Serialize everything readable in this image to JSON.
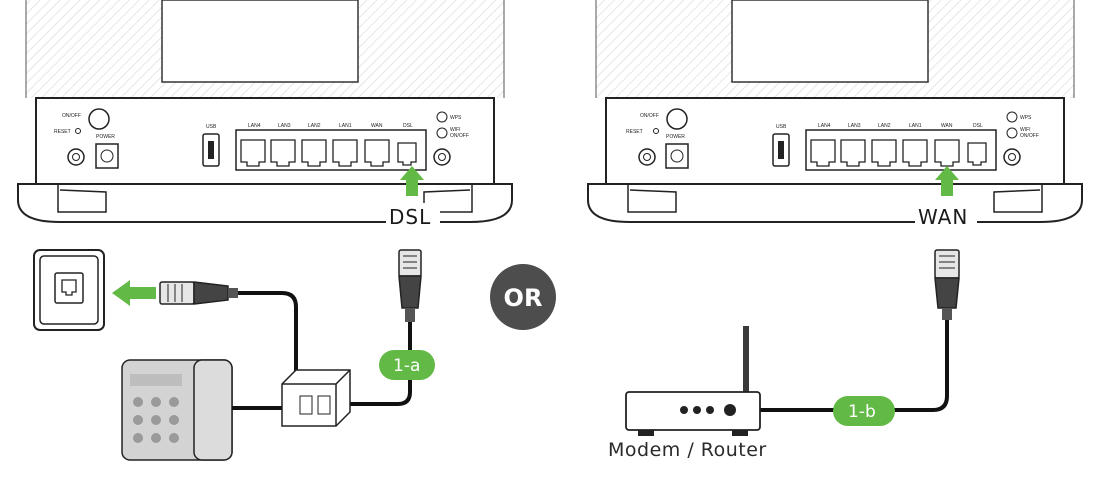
{
  "left_panel": {
    "port_labels": {
      "onoff": "ON/OFF",
      "reset": "RESET",
      "power": "POWER",
      "usb": "USB",
      "lan4": "LAN4",
      "lan3": "LAN3",
      "lan2": "LAN2",
      "lan1": "LAN1",
      "wan": "WAN",
      "dsl": "DSL",
      "wps": "WPS",
      "wifi_line1": "WIFI",
      "wifi_line2": "ON/OFF"
    },
    "callout": "DSL",
    "badge": "1-a"
  },
  "or_label": "OR",
  "right_panel": {
    "port_labels": {
      "onoff": "ON/OFF",
      "reset": "RESET",
      "power": "POWER",
      "usb": "USB",
      "lan4": "LAN4",
      "lan3": "LAN3",
      "lan2": "LAN2",
      "lan1": "LAN1",
      "wan": "WAN",
      "dsl": "DSL",
      "wps": "WPS",
      "wifi_line1": "WIFI",
      "wifi_line2": "ON/OFF"
    },
    "callout": "WAN",
    "badge": "1-b",
    "device_caption": "Modem / Router"
  },
  "colors": {
    "accent_green": "#63b946",
    "or_circle": "#4d4d4d",
    "outline": "#1a1a1a",
    "light_gray": "#cfcfcf"
  }
}
